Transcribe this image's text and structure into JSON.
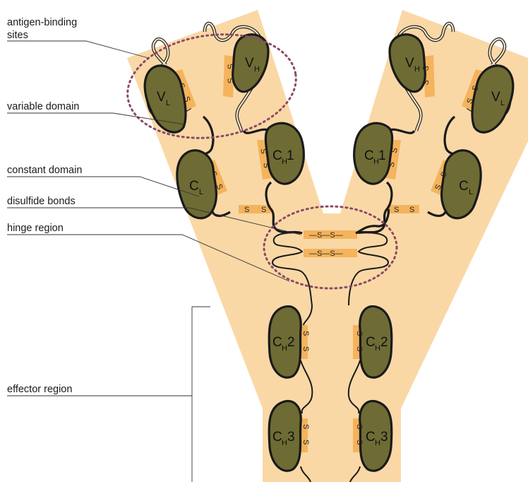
{
  "labels": {
    "antigen_binding_line1": "antigen-binding",
    "antigen_binding_line2": "sites",
    "variable_domain": "variable domain",
    "constant_domain": "constant domain",
    "disulfide_bonds": "disulfide bonds",
    "hinge_region": "hinge region",
    "effector_region": "effector region"
  },
  "domains": {
    "vl_main": "V",
    "vl_sub": "L",
    "vh_main": "V",
    "vh_sub": "H",
    "cl_main": "C",
    "cl_sub": "L",
    "ch1_main": "C",
    "ch1_sub": "H",
    "ch1_num": "1",
    "ch2_main": "C",
    "ch2_sub": "H",
    "ch2_num": "2",
    "ch3_main": "C",
    "ch3_sub": "H",
    "ch3_num": "3"
  },
  "bond_text": {
    "s": "S",
    "hinge": "—S—S—"
  },
  "colors": {
    "background": "#fad8a6",
    "bond": "#f4b35c",
    "domain_fill": "#6e6c34",
    "outline": "#1a1a1a",
    "ellipse": "#8a4a66"
  }
}
